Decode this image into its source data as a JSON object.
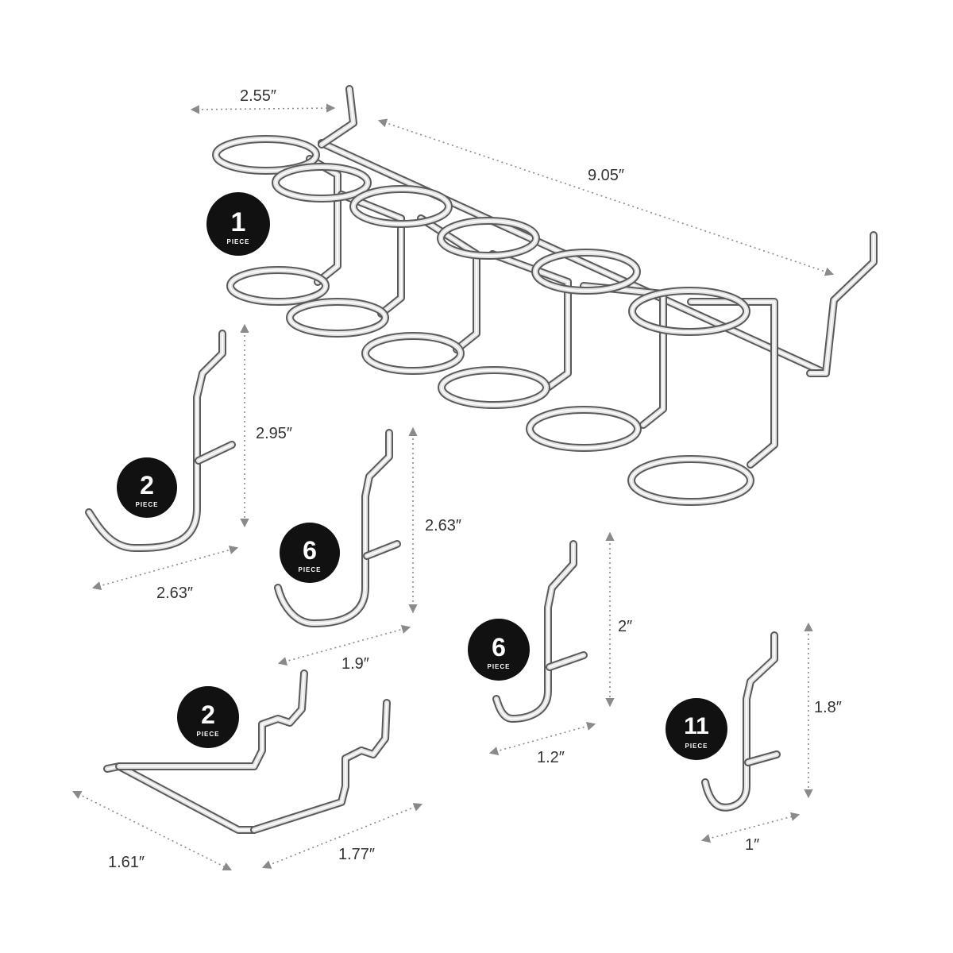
{
  "colors": {
    "badge": "#111111",
    "badge_text": "#ffffff",
    "wire": "#c8c8c8",
    "dimension_line": "#8a8a8a"
  },
  "products": [
    {
      "name": "six-ring rack",
      "count": "1",
      "unit": "PIECE",
      "dims": [
        "2.55″",
        "9.05″"
      ]
    },
    {
      "name": "large J hook",
      "count": "2",
      "unit": "PIECE",
      "dims": [
        "2.95″",
        "2.63″"
      ]
    },
    {
      "name": "medium J hook",
      "count": "6",
      "unit": "PIECE",
      "dims": [
        "2.63″",
        "1.9″"
      ]
    },
    {
      "name": "double prong",
      "count": "2",
      "unit": "PIECE",
      "dims": [
        "1.61″",
        "1.77″"
      ]
    },
    {
      "name": "small J hook",
      "count": "6",
      "unit": "PIECE",
      "dims": [
        "2″",
        "1.2″"
      ]
    },
    {
      "name": "mini J hook",
      "count": "11",
      "unit": "PIECE",
      "dims": [
        "1.8″",
        "1″"
      ]
    }
  ]
}
